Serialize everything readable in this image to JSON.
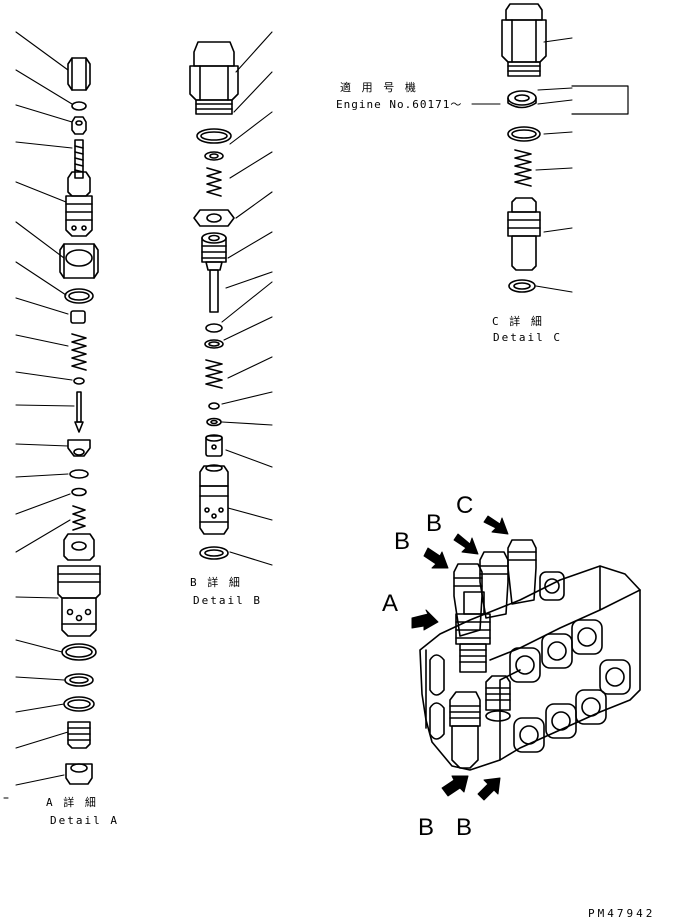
{
  "detail_a": {
    "title_jp": "A 詳 細",
    "title_en": "Detail A"
  },
  "detail_b": {
    "title_jp": "B 詳 細",
    "title_en": "Detail B"
  },
  "detail_c": {
    "title_jp": "C 詳 細",
    "title_en": "Detail C"
  },
  "applicability": {
    "label_jp": "適 用 号 機",
    "label_en": "Engine No.60171～"
  },
  "view_markers": {
    "a": "A",
    "b": "B",
    "c": "C"
  },
  "drawing_no": "PM47942",
  "colors": {
    "line": "#000000",
    "background": "#ffffff"
  }
}
